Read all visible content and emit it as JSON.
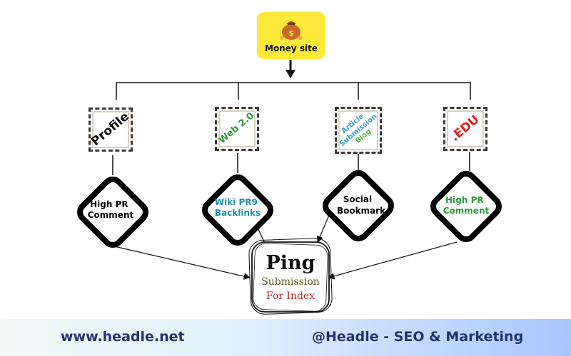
{
  "root": {
    "label": "Money site",
    "icon": "money-bag-icon"
  },
  "tier1": [
    {
      "label": "Profile",
      "color": "#111111"
    },
    {
      "label": "Web 2.0",
      "color": "#2d9a3a"
    },
    {
      "lines": [
        "Article",
        "Submission",
        "Blog"
      ],
      "colors": [
        "#3aa0d8",
        "#3aa0d8",
        "#5dbb46"
      ]
    },
    {
      "label": ".EDU",
      "color": "#e02020"
    }
  ],
  "tier2": [
    {
      "lines": [
        "High PR",
        "Comment"
      ],
      "color": "#111111"
    },
    {
      "lines": [
        "Wiki PR9",
        "Backlinks"
      ],
      "color": "#1f8fb0"
    },
    {
      "lines": [
        "Social",
        "Bookmark"
      ],
      "color": "#111111"
    },
    {
      "lines": [
        "High PR",
        "Comment"
      ],
      "color": "#2d9a3a"
    }
  ],
  "target": {
    "title": "Ping",
    "line1": "Submission",
    "line2": "For Index",
    "line1_color": "#5a5a1f",
    "line2_color": "#c0272d"
  },
  "footer": {
    "left": "www.headle.net",
    "right": "@Headle - SEO & Marketing"
  }
}
